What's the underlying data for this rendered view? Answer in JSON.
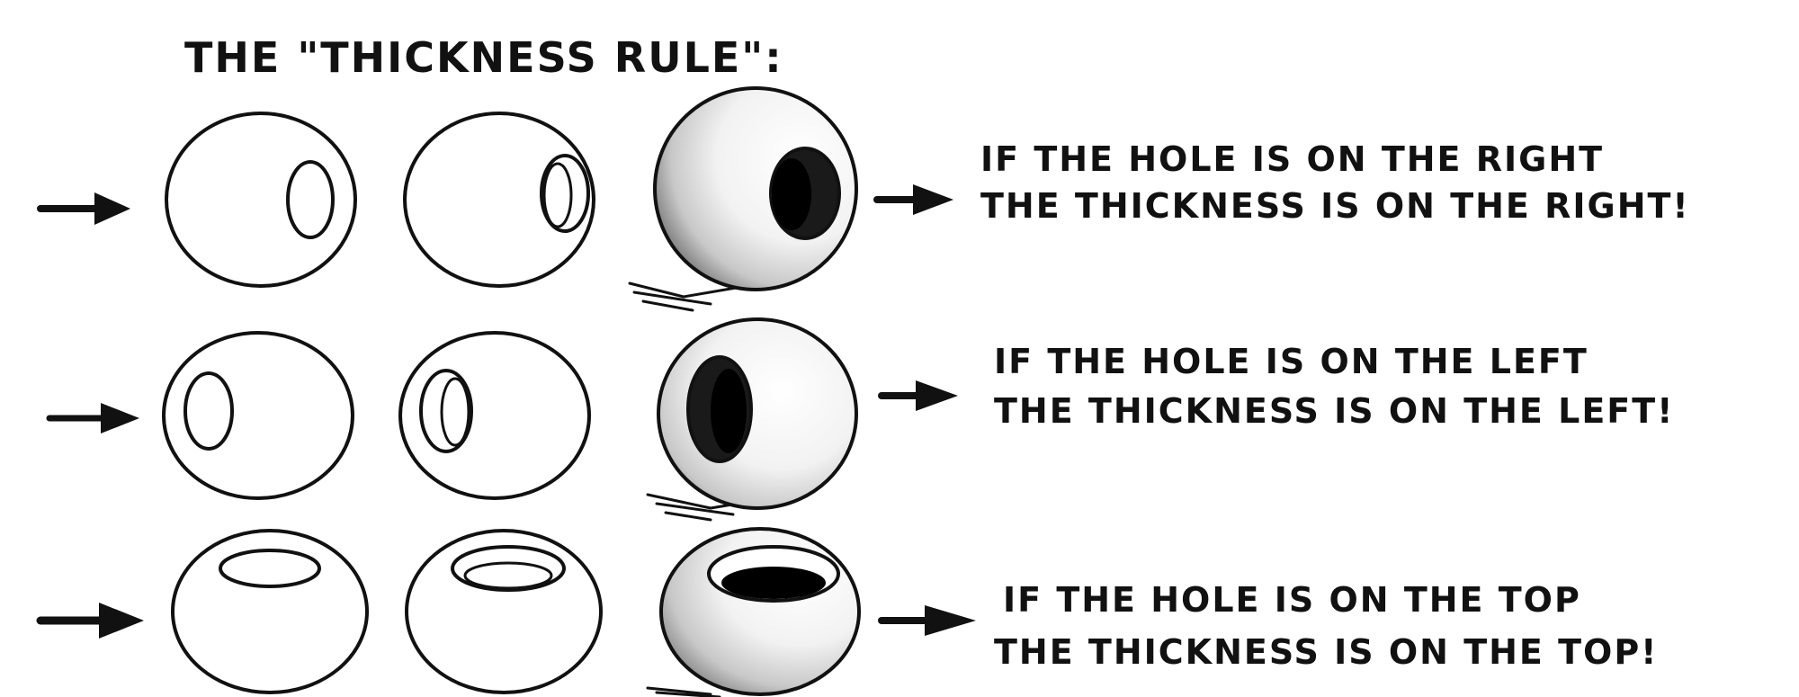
{
  "title": "THE \"THICKNESS RULE\":",
  "rows": [
    {
      "line1": "IF THE HOLE IS ON THE RIGHT",
      "line2": "THE THICKNESS IS ON THE RIGHT!"
    },
    {
      "line1": "IF THE HOLE IS ON THE LEFT",
      "line2": "THE THICKNESS IS ON THE LEFT!"
    },
    {
      "line1": "IF THE HOLE IS ON THE TOP",
      "line2": "THE THICKNESS IS ON THE TOP!"
    }
  ],
  "colors": {
    "ink": "#111111",
    "paper": "#ffffff",
    "shade": "#7a7a7a"
  }
}
